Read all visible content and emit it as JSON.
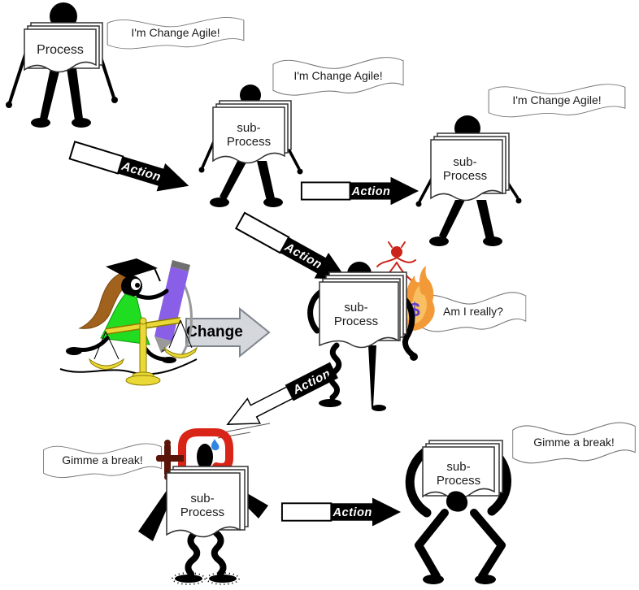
{
  "banners": [
    {
      "text": "I'm Change Agile!"
    },
    {
      "text": "I'm Change Agile!"
    },
    {
      "text": "I'm Change Agile!"
    },
    {
      "text": "Am I really?"
    },
    {
      "text": "Gimme a break!"
    },
    {
      "text": "Gimme a break!"
    }
  ],
  "documents": [
    {
      "line1": "Process",
      "line2": ""
    },
    {
      "line1": "sub-",
      "line2": "Process"
    },
    {
      "line1": "sub-",
      "line2": "Process"
    },
    {
      "line1": "sub-",
      "line2": "Process"
    },
    {
      "line1": "sub-",
      "line2": "Process"
    },
    {
      "line1": "sub-",
      "line2": "Process"
    }
  ],
  "arrows": {
    "action": "Action",
    "change": "Change"
  },
  "symbols": {
    "dollar": "$"
  },
  "icons": [
    "devil-icon",
    "money-flame-icon",
    "c-clamp-icon",
    "sweat-drop-icon",
    "justice-scales-icon",
    "pencil-icon",
    "graduate-woman-icon"
  ],
  "colors": {
    "clamp_red": "#d92518",
    "screw_maroon": "#5a1408",
    "devil_red": "#cc2418",
    "flame_orange": "#f29a38",
    "flame_inner": "#f8c063",
    "dollar_purple": "#5b3fd4",
    "sweat_blue": "#2f86e0",
    "change_fill": "#d4d7dc",
    "change_stroke": "#7f858d",
    "pencil_purple": "#8a5fe8",
    "dress_green": "#21dd21",
    "hair_brown": "#a0621d",
    "scale_yellow": "#e9d836",
    "scale_edge": "#8a7a00"
  }
}
